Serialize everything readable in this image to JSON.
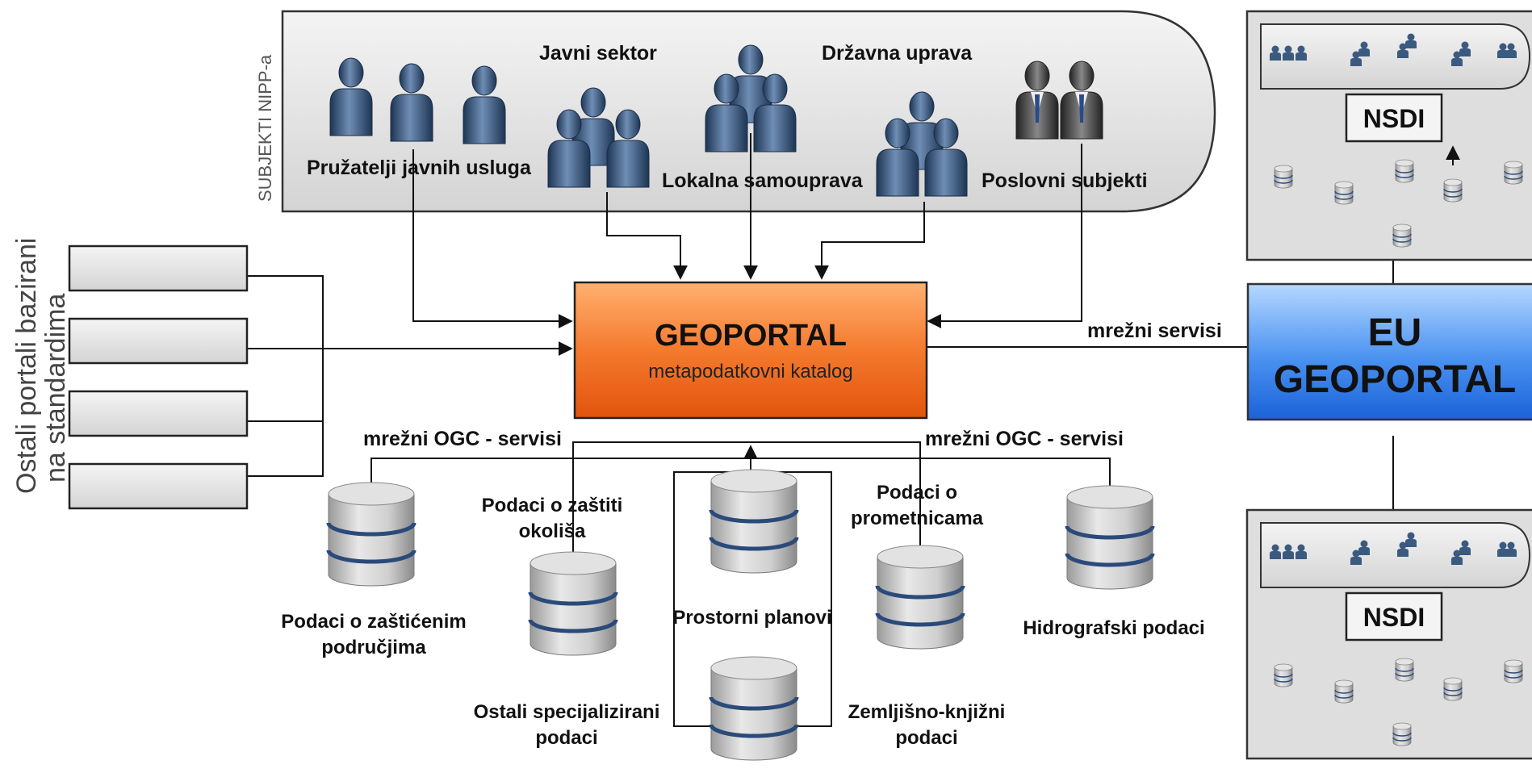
{
  "subjects_panel": {
    "vertical_label": "SUBJEKTI NIPP-a",
    "groups": [
      {
        "label": "Pružatelji javnih usluga"
      },
      {
        "label": "Javni sektor"
      },
      {
        "label": "Lokalna samouprava"
      },
      {
        "label": "Državna uprava"
      },
      {
        "label": "Poslovni subjekti"
      }
    ]
  },
  "other_portals": {
    "label_line1": "Ostali portali bazirani",
    "label_line2": "na standardima",
    "count": 4
  },
  "geoportal": {
    "title": "GEOPORTAL",
    "subtitle": "metapodatkovni katalog",
    "color_top": "#ff9a50",
    "color_bottom": "#e85a10"
  },
  "eu_geoportal": {
    "line1": "EU",
    "line2": "GEOPORTAL",
    "color_top": "#9ecbff",
    "color_bottom": "#1f6fe6"
  },
  "connections": {
    "network_services": "mrežni servisi",
    "ogc_left": "mrežni OGC - servisi",
    "ogc_right": "mrežni OGC - servisi"
  },
  "datasets": {
    "protected_areas": {
      "line1": "Podaci o zaštićenim",
      "line2": "područjima"
    },
    "environment": {
      "line1": "Podaci o zaštiti",
      "line2": "okoliša"
    },
    "spatial_plans": {
      "line1": "Prostorni planovi"
    },
    "roads": {
      "line1": "Podaci o",
      "line2": "prometnicama"
    },
    "hydro": {
      "line1": "Hidrografski podaci"
    },
    "other_special": {
      "line1": "Ostali specijalizirani",
      "line2": "podaci"
    },
    "land_registry": {
      "line1": "Zemljišno-knjižni",
      "line2": "podaci"
    }
  },
  "nsdi_panels": [
    {
      "label": "NSDI"
    },
    {
      "label": "NSDI"
    }
  ],
  "colors": {
    "panel_fill": "#e6e6e6",
    "db_body": "#c8c8c8",
    "db_stripe": "#2a4a7a",
    "person": "#3b5a80"
  }
}
